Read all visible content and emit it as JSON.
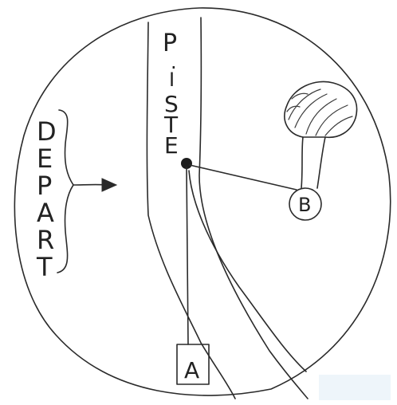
{
  "piste_letters": [
    "P",
    ".",
    "I",
    "S",
    "T",
    "E"
  ],
  "depart_letters": [
    "D",
    "E",
    "P",
    "A",
    "R",
    "T"
  ],
  "point_a_label": "A",
  "point_b_label": "B",
  "colors": {
    "ink": "#2a2a2a",
    "paper": "#ffffff",
    "stain": "#e8f2f8"
  }
}
